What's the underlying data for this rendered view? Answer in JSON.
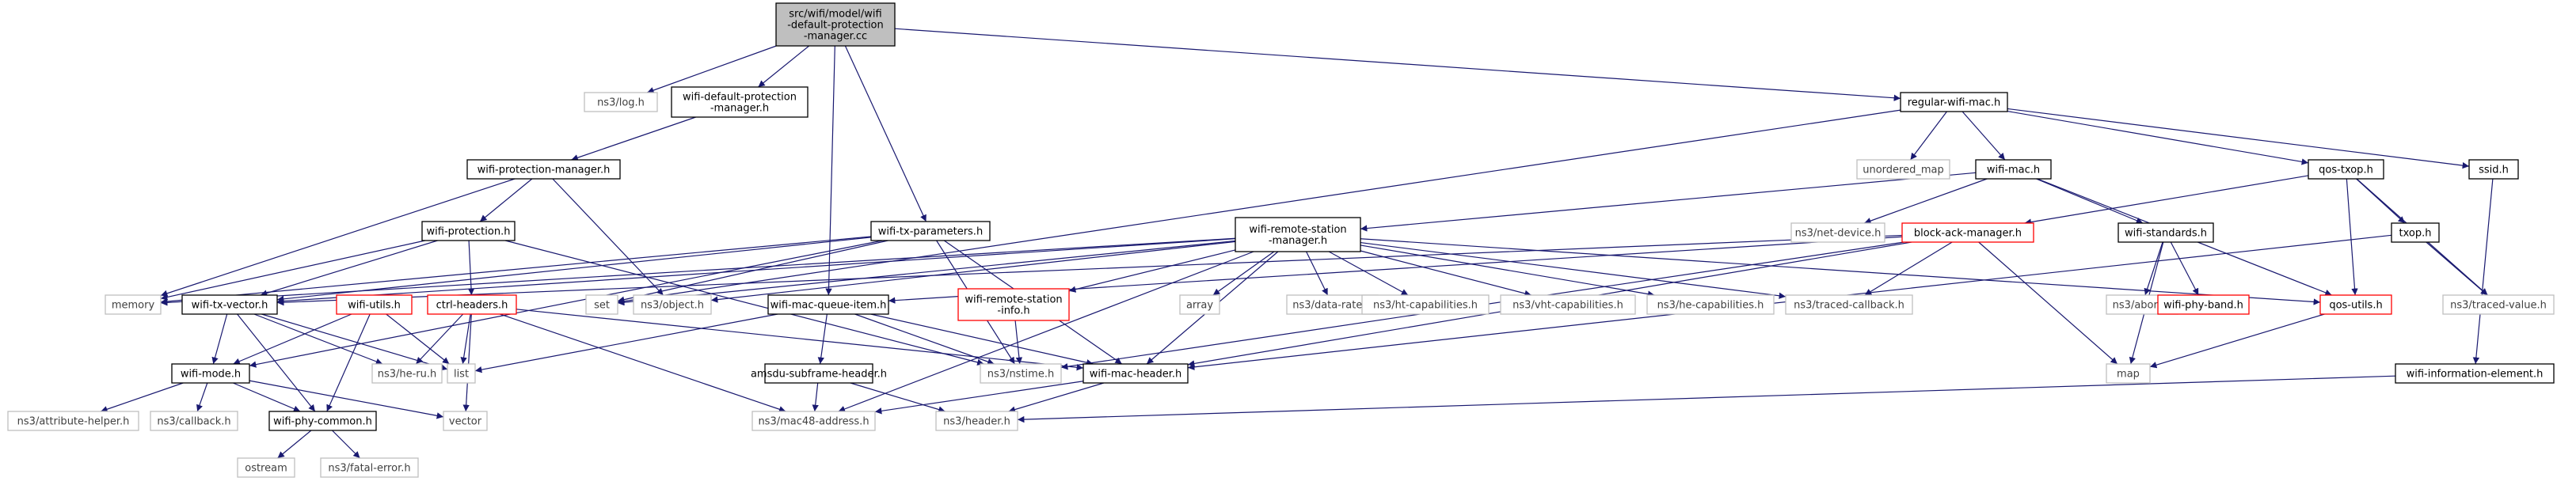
{
  "nodes": {
    "root": {
      "lines": [
        "src/wifi/model/wifi",
        "-default-protection",
        "-manager.cc"
      ],
      "style": "root"
    },
    "fog": {
      "lines": [
        "ns3/log.h"
      ],
      "style": "ext"
    },
    "wdpm": {
      "lines": [
        "wifi-default-protection",
        "-manager.h"
      ],
      "style": "normal"
    },
    "rwm": {
      "lines": [
        "regular-wifi-mac.h"
      ],
      "style": "normal"
    },
    "wpm": {
      "lines": [
        "wifi-protection-manager.h"
      ],
      "style": "normal"
    },
    "umap": {
      "lines": [
        "unordered_map"
      ],
      "style": "ext"
    },
    "wmac": {
      "lines": [
        "wifi-mac.h"
      ],
      "style": "normal"
    },
    "qos": {
      "lines": [
        "qos-txop.h"
      ],
      "style": "normal"
    },
    "ssid": {
      "lines": [
        "ssid.h"
      ],
      "style": "normal"
    },
    "wprot": {
      "lines": [
        "wifi-protection.h"
      ],
      "style": "normal"
    },
    "wtxp": {
      "lines": [
        "wifi-tx-parameters.h"
      ],
      "style": "normal"
    },
    "wrsm": {
      "lines": [
        "wifi-remote-station",
        "-manager.h"
      ],
      "style": "normal"
    },
    "netdev": {
      "lines": [
        "ns3/net-device.h"
      ],
      "style": "ext"
    },
    "bam": {
      "lines": [
        "block-ack-manager.h"
      ],
      "style": "red"
    },
    "wstd": {
      "lines": [
        "wifi-standards.h"
      ],
      "style": "normal"
    },
    "txop": {
      "lines": [
        "txop.h"
      ],
      "style": "normal"
    },
    "memory": {
      "lines": [
        "memory"
      ],
      "style": "ext"
    },
    "wtxv": {
      "lines": [
        "wifi-tx-vector.h"
      ],
      "style": "normal"
    },
    "wutils": {
      "lines": [
        "wifi-utils.h"
      ],
      "style": "red"
    },
    "ctrl": {
      "lines": [
        "ctrl-headers.h"
      ],
      "style": "red"
    },
    "set": {
      "lines": [
        "set"
      ],
      "style": "ext"
    },
    "object": {
      "lines": [
        "ns3/object.h"
      ],
      "style": "ext"
    },
    "wmqi": {
      "lines": [
        "wifi-mac-queue-item.h"
      ],
      "style": "normal"
    },
    "wrsi": {
      "lines": [
        "wifi-remote-station",
        "-info.h"
      ],
      "style": "red"
    },
    "array": {
      "lines": [
        "array"
      ],
      "style": "ext"
    },
    "datarate": {
      "lines": [
        "ns3/data-rate.h"
      ],
      "style": "ext"
    },
    "htcap": {
      "lines": [
        "ns3/ht-capabilities.h"
      ],
      "style": "ext"
    },
    "vhtcap": {
      "lines": [
        "ns3/vht-capabilities.h"
      ],
      "style": "ext"
    },
    "hecap": {
      "lines": [
        "ns3/he-capabilities.h"
      ],
      "style": "ext"
    },
    "tcb": {
      "lines": [
        "ns3/traced-callback.h"
      ],
      "style": "ext"
    },
    "abort": {
      "lines": [
        "ns3/abort.h"
      ],
      "style": "ext"
    },
    "wpband": {
      "lines": [
        "wifi-phy-band.h"
      ],
      "style": "red"
    },
    "qosutils": {
      "lines": [
        "qos-utils.h"
      ],
      "style": "red"
    },
    "tval": {
      "lines": [
        "ns3/traced-value.h"
      ],
      "style": "ext"
    },
    "wmode": {
      "lines": [
        "wifi-mode.h"
      ],
      "style": "normal"
    },
    "heru": {
      "lines": [
        "ns3/he-ru.h"
      ],
      "style": "ext"
    },
    "list": {
      "lines": [
        "list"
      ],
      "style": "ext"
    },
    "amsdu": {
      "lines": [
        "amsdu-subframe-header.h"
      ],
      "style": "normal"
    },
    "nstime": {
      "lines": [
        "ns3/nstime.h"
      ],
      "style": "ext"
    },
    "wmh": {
      "lines": [
        "wifi-mac-header.h"
      ],
      "style": "normal"
    },
    "map": {
      "lines": [
        "map"
      ],
      "style": "ext"
    },
    "wie": {
      "lines": [
        "wifi-information-element.h"
      ],
      "style": "normal"
    },
    "attr": {
      "lines": [
        "ns3/attribute-helper.h"
      ],
      "style": "ext"
    },
    "cb": {
      "lines": [
        "ns3/callback.h"
      ],
      "style": "ext"
    },
    "wpc": {
      "lines": [
        "wifi-phy-common.h"
      ],
      "style": "normal"
    },
    "vector": {
      "lines": [
        "vector"
      ],
      "style": "ext"
    },
    "mac48": {
      "lines": [
        "ns3/mac48-address.h"
      ],
      "style": "ext"
    },
    "header": {
      "lines": [
        "ns3/header.h"
      ],
      "style": "ext"
    },
    "ostream": {
      "lines": [
        "ostream"
      ],
      "style": "ext"
    },
    "fatal": {
      "lines": [
        "ns3/fatal-error.h"
      ],
      "style": "ext"
    }
  },
  "edges": [
    [
      "root",
      "fog"
    ],
    [
      "root",
      "wdpm"
    ],
    [
      "root",
      "rwm"
    ],
    [
      "root",
      "wtxp"
    ],
    [
      "root",
      "wmqi"
    ],
    [
      "wdpm",
      "wpm"
    ],
    [
      "wpm",
      "wprot"
    ],
    [
      "wpm",
      "memory"
    ],
    [
      "wpm",
      "object"
    ],
    [
      "wprot",
      "memory"
    ],
    [
      "wprot",
      "wtxv"
    ],
    [
      "wprot",
      "ctrl"
    ],
    [
      "wprot",
      "nstime"
    ],
    [
      "wtxp",
      "memory"
    ],
    [
      "wtxp",
      "wtxv"
    ],
    [
      "wtxp",
      "wmode"
    ],
    [
      "wtxp",
      "nstime"
    ],
    [
      "wtxp",
      "wmh"
    ],
    [
      "wtxp",
      "set"
    ],
    [
      "rwm",
      "umap"
    ],
    [
      "rwm",
      "wmac"
    ],
    [
      "rwm",
      "qos"
    ],
    [
      "rwm",
      "ssid"
    ],
    [
      "rwm",
      "set"
    ],
    [
      "wmac",
      "wrsm"
    ],
    [
      "wmac",
      "netdev"
    ],
    [
      "wmac",
      "wstd"
    ],
    [
      "wmac",
      "qosutils"
    ],
    [
      "qos",
      "bam"
    ],
    [
      "qos",
      "txop"
    ],
    [
      "qos",
      "qosutils"
    ],
    [
      "qos",
      "tval"
    ],
    [
      "ssid",
      "wie"
    ],
    [
      "txop",
      "tval"
    ],
    [
      "txop",
      "wmh"
    ],
    [
      "wrsm",
      "memory"
    ],
    [
      "wrsm",
      "wtxv"
    ],
    [
      "wrsm",
      "object"
    ],
    [
      "wrsm",
      "set"
    ],
    [
      "wrsm",
      "array"
    ],
    [
      "wrsm",
      "datarate"
    ],
    [
      "wrsm",
      "htcap"
    ],
    [
      "wrsm",
      "vhtcap"
    ],
    [
      "wrsm",
      "hecap"
    ],
    [
      "wrsm",
      "tcb"
    ],
    [
      "wrsm",
      "wrsi"
    ],
    [
      "wrsm",
      "wmh"
    ],
    [
      "wrsm",
      "mac48"
    ],
    [
      "wrsm",
      "qosutils"
    ],
    [
      "bam",
      "wmqi"
    ],
    [
      "bam",
      "tcb"
    ],
    [
      "bam",
      "map"
    ],
    [
      "bam",
      "wmh"
    ],
    [
      "bam",
      "nstime"
    ],
    [
      "bam",
      "wtxv"
    ],
    [
      "wstd",
      "abort"
    ],
    [
      "wstd",
      "wpband"
    ],
    [
      "wstd",
      "map"
    ],
    [
      "qosutils",
      "map"
    ],
    [
      "wtxv",
      "wmode"
    ],
    [
      "wtxv",
      "wpc"
    ],
    [
      "wtxv",
      "list"
    ],
    [
      "wtxv",
      "heru"
    ],
    [
      "wutils",
      "wmode"
    ],
    [
      "wutils",
      "wpc"
    ],
    [
      "wutils",
      "list"
    ],
    [
      "ctrl",
      "list"
    ],
    [
      "ctrl",
      "vector"
    ],
    [
      "ctrl",
      "heru"
    ],
    [
      "ctrl",
      "mac48"
    ],
    [
      "ctrl",
      "wmh"
    ],
    [
      "wmqi",
      "list"
    ],
    [
      "wmqi",
      "amsdu"
    ],
    [
      "wmqi",
      "nstime"
    ],
    [
      "wmqi",
      "wmh"
    ],
    [
      "wrsi",
      "nstime"
    ],
    [
      "wmode",
      "attr"
    ],
    [
      "wmode",
      "cb"
    ],
    [
      "wmode",
      "vector"
    ],
    [
      "wmode",
      "wpc"
    ],
    [
      "wpc",
      "ostream"
    ],
    [
      "wpc",
      "fatal"
    ],
    [
      "amsdu",
      "mac48"
    ],
    [
      "amsdu",
      "header"
    ],
    [
      "wmh",
      "mac48"
    ],
    [
      "wmh",
      "header"
    ],
    [
      "wie",
      "header"
    ]
  ],
  "colors": {
    "edge": "#191970",
    "normal_border": "#000000",
    "ext_border": "#bfbfbf",
    "red_border": "#ff0000",
    "root_fill": "#bfbfbf",
    "ext_text": "#404040"
  }
}
